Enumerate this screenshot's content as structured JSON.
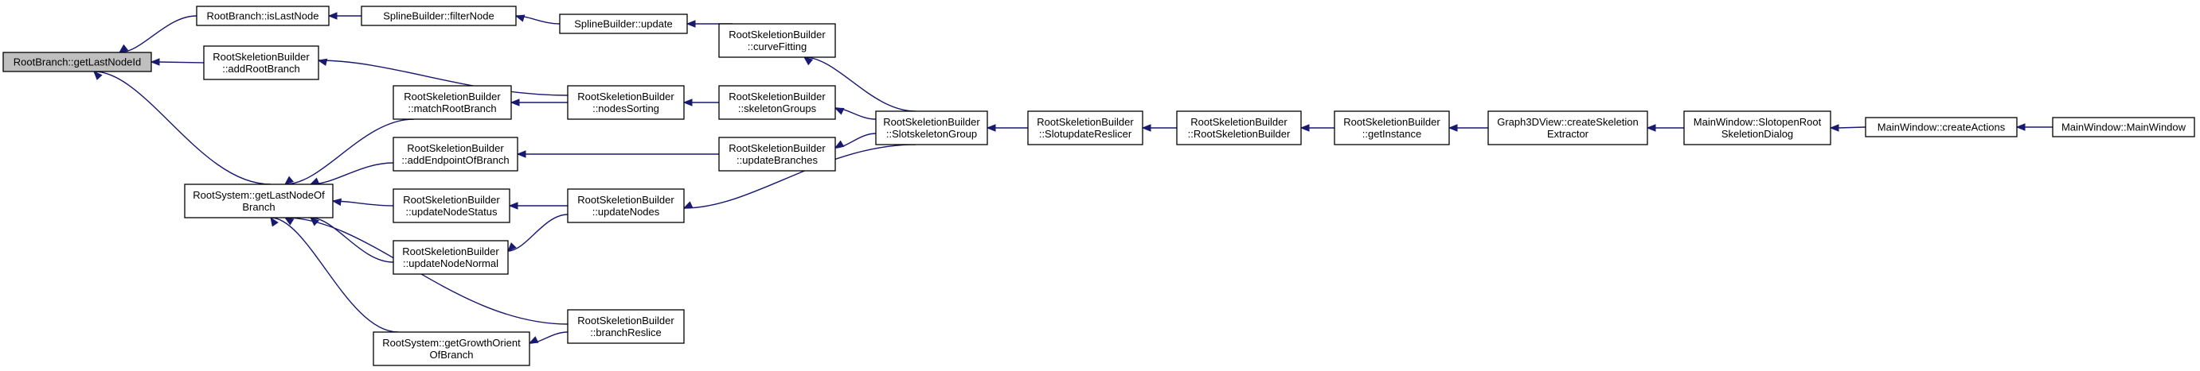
{
  "colors": {
    "edge": "#191970",
    "box_border": "#000000",
    "box_fill": "#ffffff",
    "highlight_fill": "#bfbfbf"
  },
  "nodes": [
    {
      "id": "n0",
      "lines": [
        "RootBranch::getLastNodeId"
      ],
      "highlight": true
    },
    {
      "id": "n1",
      "lines": [
        "RootBranch::isLastNode"
      ]
    },
    {
      "id": "n2",
      "lines": [
        "SplineBuilder::filterNode"
      ]
    },
    {
      "id": "n3",
      "lines": [
        "SplineBuilder::update"
      ]
    },
    {
      "id": "n4",
      "lines": [
        "RootSkeletionBuilder",
        "::curveFitting"
      ]
    },
    {
      "id": "n5",
      "lines": [
        "RootSkeletionBuilder",
        "::SlotskeletonGroup"
      ]
    },
    {
      "id": "n6",
      "lines": [
        "RootSkeletionBuilder",
        "::SlotupdateReslicer"
      ]
    },
    {
      "id": "n7",
      "lines": [
        "RootSkeletionBuilder",
        "::RootSkeletionBuilder"
      ]
    },
    {
      "id": "n8",
      "lines": [
        "RootSkeletionBuilder",
        "::getInstance"
      ]
    },
    {
      "id": "n9",
      "lines": [
        "Graph3DView::createSkeletion",
        "Extractor"
      ]
    },
    {
      "id": "n10",
      "lines": [
        "MainWindow::SlotopenRoot",
        "SkeletionDialog"
      ]
    },
    {
      "id": "n11",
      "lines": [
        "MainWindow::createActions"
      ]
    },
    {
      "id": "n12",
      "lines": [
        "MainWindow::MainWindow"
      ]
    },
    {
      "id": "n13",
      "lines": [
        "RootSkeletionBuilder",
        "::addRootBranch"
      ]
    },
    {
      "id": "n14",
      "lines": [
        "RootSkeletionBuilder",
        "::nodesSorting"
      ]
    },
    {
      "id": "n15",
      "lines": [
        "RootSystem::getLastNodeOf",
        "Branch"
      ]
    },
    {
      "id": "n16",
      "lines": [
        "RootSkeletionBuilder",
        "::matchRootBranch"
      ]
    },
    {
      "id": "n17",
      "lines": [
        "RootSkeletionBuilder",
        "::addEndpointOfBranch"
      ]
    },
    {
      "id": "n18",
      "lines": [
        "RootSkeletionBuilder",
        "::updateNodeStatus"
      ]
    },
    {
      "id": "n19",
      "lines": [
        "RootSkeletionBuilder",
        "::updateNodeNormal"
      ]
    },
    {
      "id": "n20",
      "lines": [
        "RootSystem::getGrowthOrient",
        "OfBranch"
      ]
    },
    {
      "id": "n21",
      "lines": [
        "RootSkeletionBuilder",
        "::skeletonGroups"
      ]
    },
    {
      "id": "n22",
      "lines": [
        "RootSkeletionBuilder",
        "::updateBranches"
      ]
    },
    {
      "id": "n23",
      "lines": [
        "RootSkeletionBuilder",
        "::updateNodes"
      ]
    },
    {
      "id": "n24",
      "lines": [
        "RootSkeletionBuilder",
        "::branchReslice"
      ]
    }
  ],
  "edges": [
    {
      "from": "n1",
      "to": "n0"
    },
    {
      "from": "n2",
      "to": "n1"
    },
    {
      "from": "n3",
      "to": "n2"
    },
    {
      "from": "n4",
      "to": "n3"
    },
    {
      "from": "n5",
      "to": "n4"
    },
    {
      "from": "n6",
      "to": "n5"
    },
    {
      "from": "n7",
      "to": "n6"
    },
    {
      "from": "n8",
      "to": "n7"
    },
    {
      "from": "n9",
      "to": "n8"
    },
    {
      "from": "n10",
      "to": "n9"
    },
    {
      "from": "n11",
      "to": "n10"
    },
    {
      "from": "n12",
      "to": "n11"
    },
    {
      "from": "n13",
      "to": "n0"
    },
    {
      "from": "n14",
      "to": "n13"
    },
    {
      "from": "n15",
      "to": "n0"
    },
    {
      "from": "n16",
      "to": "n15"
    },
    {
      "from": "n17",
      "to": "n15"
    },
    {
      "from": "n18",
      "to": "n15"
    },
    {
      "from": "n19",
      "to": "n15"
    },
    {
      "from": "n24",
      "to": "n15"
    },
    {
      "from": "n20",
      "to": "n15"
    },
    {
      "from": "n14",
      "to": "n16"
    },
    {
      "from": "n21",
      "to": "n14"
    },
    {
      "from": "n5",
      "to": "n21"
    },
    {
      "from": "n22",
      "to": "n17"
    },
    {
      "from": "n5",
      "to": "n22"
    },
    {
      "from": "n23",
      "to": "n18"
    },
    {
      "from": "n23",
      "to": "n19"
    },
    {
      "from": "n5",
      "to": "n23"
    },
    {
      "from": "n24",
      "to": "n20"
    }
  ]
}
